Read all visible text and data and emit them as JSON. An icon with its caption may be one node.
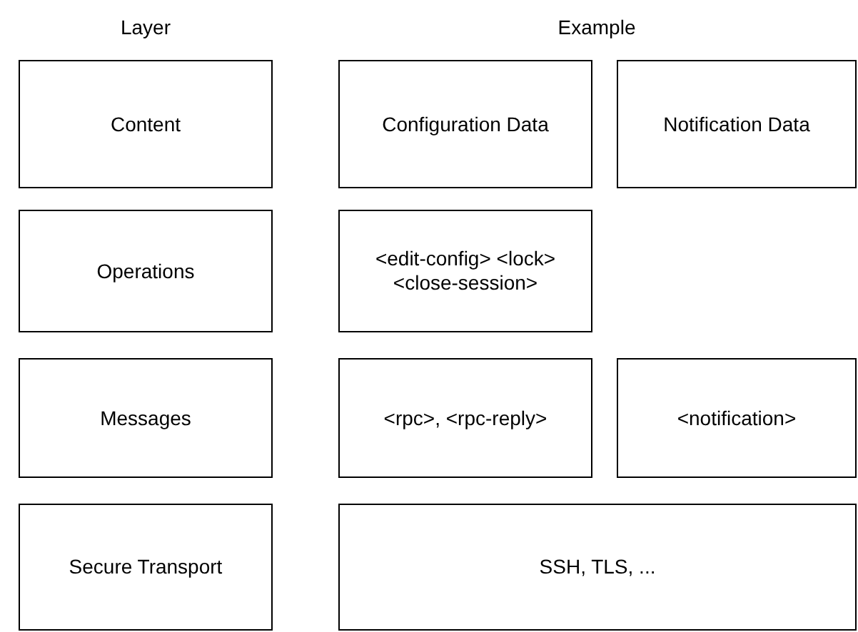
{
  "diagram": {
    "nodes": [
      {
        "text": [
          "Content"
        ]
      },
      {
        "text": [
          "Configuration Data"
        ]
      },
      {
        "text": [
          "Notification Data"
        ]
      },
      {
        "text": [
          "Operations"
        ]
      },
      {
        "text": [
          "<edit-config> <lock> <close-session>"
        ]
      },
      {
        "text": [
          "Messages"
        ]
      },
      {
        "text": [
          "<rpc>, <rpc-reply>"
        ]
      },
      {
        "text": [
          "<notification>"
        ]
      },
      {
        "text": [
          "Secure Transport"
        ]
      },
      {
        "text": [
          "SSH, TLS, ..."
        ]
      }
    ],
    "labels": [
      "Layer",
      "Example"
    ]
  }
}
